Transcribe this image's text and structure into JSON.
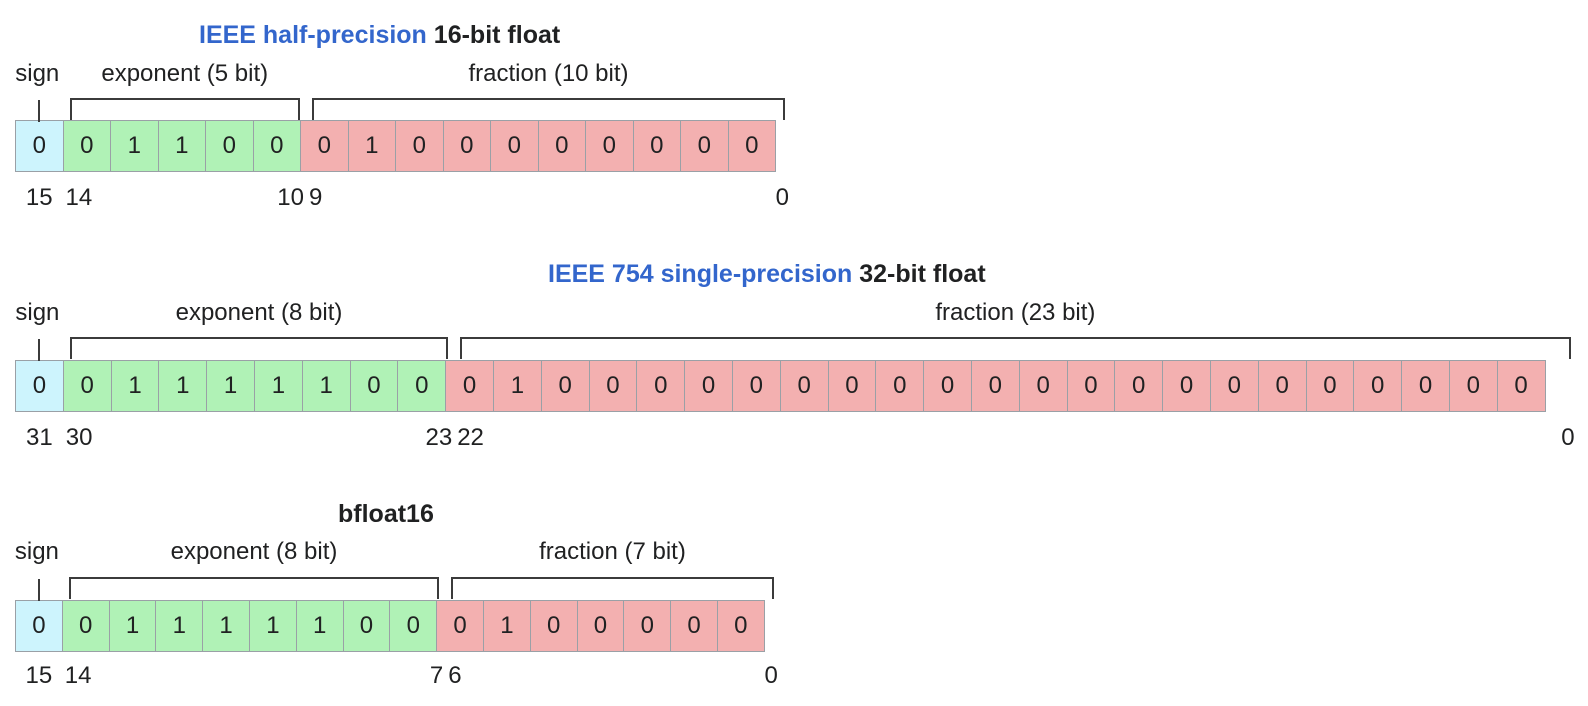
{
  "page": {
    "background": "#ffffff",
    "accent_blue": "#3366cc",
    "sign_color": "#cdf4fd",
    "exponent_color": "#b0f2b6",
    "fraction_color": "#f3b0b0",
    "border_color": "#9aa0a6"
  },
  "diagrams": [
    {
      "id": "half-precision",
      "title_blue": "IEEE half-precision",
      "title_black": "16-bit float",
      "sign_label": "sign",
      "exponent_label": "exponent (5 bit)",
      "fraction_label": "fraction (10 bit)",
      "sign_bits": [
        "0"
      ],
      "exponent_bits": [
        "0",
        "1",
        "1",
        "0",
        "0"
      ],
      "fraction_bits": [
        "0",
        "1",
        "0",
        "0",
        "0",
        "0",
        "0",
        "0",
        "0",
        "0"
      ],
      "index_sign": "15",
      "index_exp_start": "14",
      "index_exp_end": "10",
      "index_frac_start": "9",
      "index_frac_end": "0"
    },
    {
      "id": "single-precision",
      "title_blue": "IEEE 754 single-precision",
      "title_black": "32-bit float",
      "sign_label": "sign",
      "exponent_label": "exponent (8 bit)",
      "fraction_label": "fraction (23 bit)",
      "sign_bits": [
        "0"
      ],
      "exponent_bits": [
        "0",
        "1",
        "1",
        "1",
        "1",
        "1",
        "0",
        "0"
      ],
      "fraction_bits": [
        "0",
        "1",
        "0",
        "0",
        "0",
        "0",
        "0",
        "0",
        "0",
        "0",
        "0",
        "0",
        "0",
        "0",
        "0",
        "0",
        "0",
        "0",
        "0",
        "0",
        "0",
        "0",
        "0"
      ],
      "index_sign": "31",
      "index_exp_start": "30",
      "index_exp_end": "23",
      "index_frac_start": "22",
      "index_frac_end": "0"
    },
    {
      "id": "bfloat16",
      "title_blue": "",
      "title_black": "bfloat16",
      "sign_label": "sign",
      "exponent_label": "exponent (8 bit)",
      "fraction_label": "fraction (7 bit)",
      "sign_bits": [
        "0"
      ],
      "exponent_bits": [
        "0",
        "1",
        "1",
        "1",
        "1",
        "1",
        "0",
        "0"
      ],
      "fraction_bits": [
        "0",
        "1",
        "0",
        "0",
        "0",
        "0",
        "0"
      ],
      "index_sign": "15",
      "index_exp_start": "14",
      "index_exp_end": "7",
      "index_frac_start": "6",
      "index_frac_end": "0"
    }
  ]
}
